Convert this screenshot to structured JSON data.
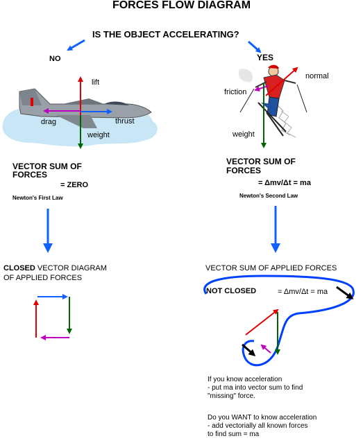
{
  "title": "FORCES FLOW DIAGRAM",
  "question": "IS THE OBJECT ACCELERATING?",
  "left": {
    "answer": "NO",
    "labels": {
      "lift": "lift",
      "drag": "drag",
      "thrust": "thrust",
      "weight": "weight"
    },
    "sum_line1": "VECTOR SUM OF",
    "sum_line2": "FORCES",
    "sum_value": "=  ZERO",
    "law": "Newton's First Law",
    "diagram_title_bold": "CLOSED",
    "diagram_title_rest": " VECTOR DIAGRAM",
    "diagram_title_line2": "OF APPLIED FORCES"
  },
  "right": {
    "answer": "YES",
    "labels": {
      "normal": "normal",
      "friction": "friction",
      "weight": "weight"
    },
    "sum_line1": "VECTOR SUM OF",
    "sum_line2": "FORCES",
    "sum_value": "= Δmv/Δt  = ma",
    "law": "Newton's Second Law",
    "diagram_title": "VECTOR SUM OF APPLIED FORCES",
    "not_closed": "NOT CLOSED",
    "not_closed_eq": "= Δmv/Δt  = ma",
    "note1": [
      "If you know acceleration",
      "- put  ma into vector sum to find",
      "\"missing\" force."
    ],
    "note2": [
      "Do you WANT to know acceleration",
      "- add vectorially all known forces",
      "to find  sum = ma"
    ]
  },
  "colors": {
    "red": "#e00000",
    "green": "#006400",
    "blue": "#1060ff",
    "magenta": "#c000c0",
    "circle_blue": "#0040ff",
    "sky": "#c8e6f5"
  }
}
